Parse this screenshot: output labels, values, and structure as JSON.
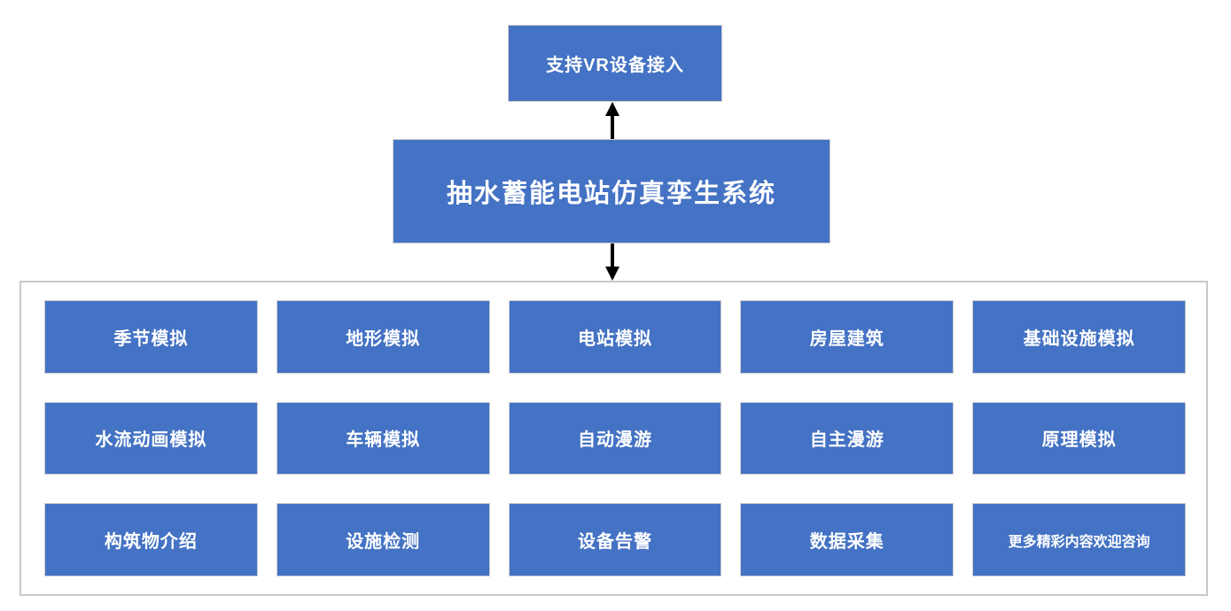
{
  "colors": {
    "accent": "#4472C4",
    "box-border": "#cfcfcf",
    "container-border": "#c9c9c9",
    "arrow": "#000000",
    "text-on-accent": "#ffffff"
  },
  "diagram": {
    "top_box": {
      "label": "支持VR设备接入"
    },
    "main_box": {
      "label": "抽水蓄能电站仿真孪生系统"
    },
    "connectors": [
      {
        "name": "arrow-up",
        "direction": "up"
      },
      {
        "name": "arrow-down",
        "direction": "down"
      }
    ],
    "modules": [
      {
        "label": "季节模拟"
      },
      {
        "label": "地形模拟"
      },
      {
        "label": "电站模拟"
      },
      {
        "label": "房屋建筑"
      },
      {
        "label": "基础设施模拟"
      },
      {
        "label": "水流动画模拟"
      },
      {
        "label": "车辆模拟"
      },
      {
        "label": "自动漫游"
      },
      {
        "label": "自主漫游"
      },
      {
        "label": "原理模拟"
      },
      {
        "label": "构筑物介绍"
      },
      {
        "label": "设施检测"
      },
      {
        "label": "设备告警"
      },
      {
        "label": "数据采集"
      },
      {
        "label": "更多精彩内容欢迎咨询"
      }
    ]
  }
}
